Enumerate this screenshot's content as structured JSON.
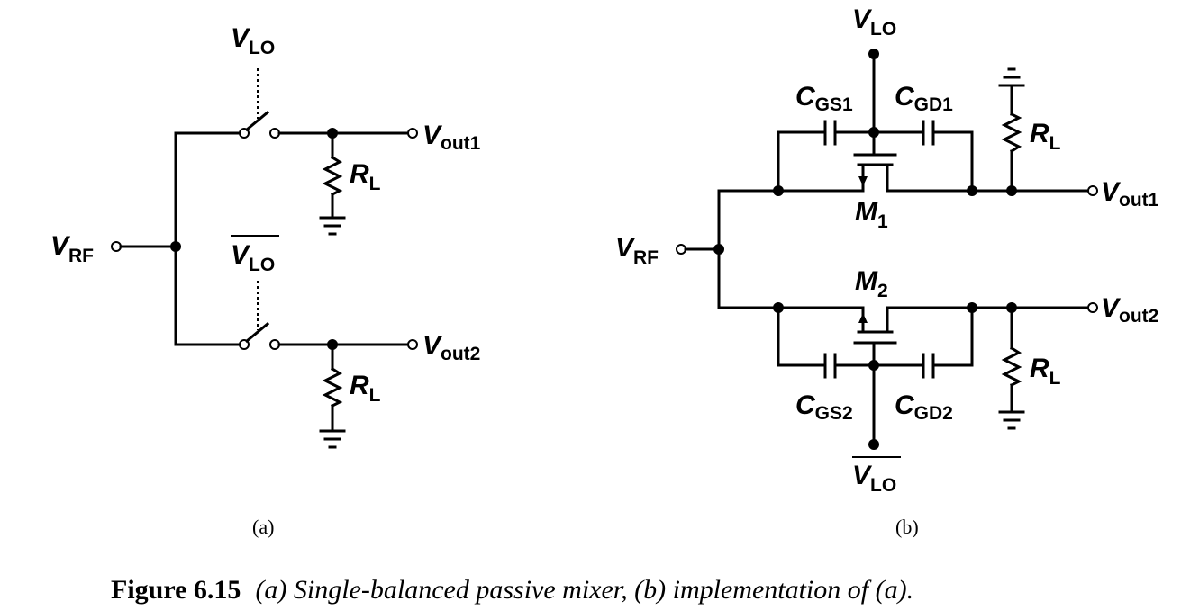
{
  "labels": {
    "a_vlo": {
      "main": "V",
      "sub": "LO"
    },
    "a_vlo_bar": {
      "main": "V",
      "sub": "LO"
    },
    "a_vrf": {
      "main": "V",
      "sub": "RF"
    },
    "a_vout1": {
      "main": "V",
      "sub": "out1"
    },
    "a_vout2": {
      "main": "V",
      "sub": "out2"
    },
    "a_rl1": {
      "main": "R",
      "sub": "L"
    },
    "a_rl2": {
      "main": "R",
      "sub": "L"
    },
    "b_vlo": {
      "main": "V",
      "sub": "LO"
    },
    "b_vlo_bar": {
      "main": "V",
      "sub": "LO"
    },
    "b_vrf": {
      "main": "V",
      "sub": "RF"
    },
    "b_vout1": {
      "main": "V",
      "sub": "out1"
    },
    "b_vout2": {
      "main": "V",
      "sub": "out2"
    },
    "b_rl1": {
      "main": "R",
      "sub": "L"
    },
    "b_rl2": {
      "main": "R",
      "sub": "L"
    },
    "b_cgs1": {
      "main": "C",
      "sub": "GS1"
    },
    "b_cgd1": {
      "main": "C",
      "sub": "GD1"
    },
    "b_cgs2": {
      "main": "C",
      "sub": "GS2"
    },
    "b_cgd2": {
      "main": "C",
      "sub": "GD2"
    },
    "b_m1": {
      "main": "M",
      "sub": "1"
    },
    "b_m2": {
      "main": "M",
      "sub": "2"
    }
  },
  "panels": {
    "a": "(a)",
    "b": "(b)"
  },
  "caption": {
    "number": "Figure 6.15",
    "text": "(a) Single-balanced passive mixer, (b) implementation of (a)."
  }
}
